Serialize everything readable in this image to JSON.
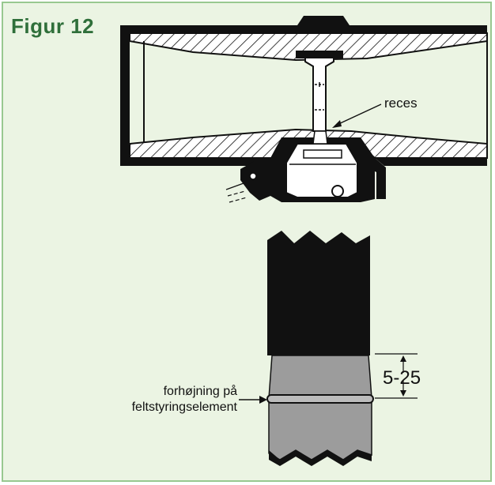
{
  "figure": {
    "title": "Figur 12"
  },
  "labels": {
    "recess": "reces",
    "dimension": "5-25",
    "ridge_line1": "forhøjning på",
    "ridge_line2": "feltstyringselement"
  },
  "colors": {
    "background": "#ebf4e3",
    "border": "#98c890",
    "title": "#2f6f3a",
    "body_black": "#111111",
    "sleeve_grey": "#9c9c9c",
    "part_white": "#ffffff"
  }
}
